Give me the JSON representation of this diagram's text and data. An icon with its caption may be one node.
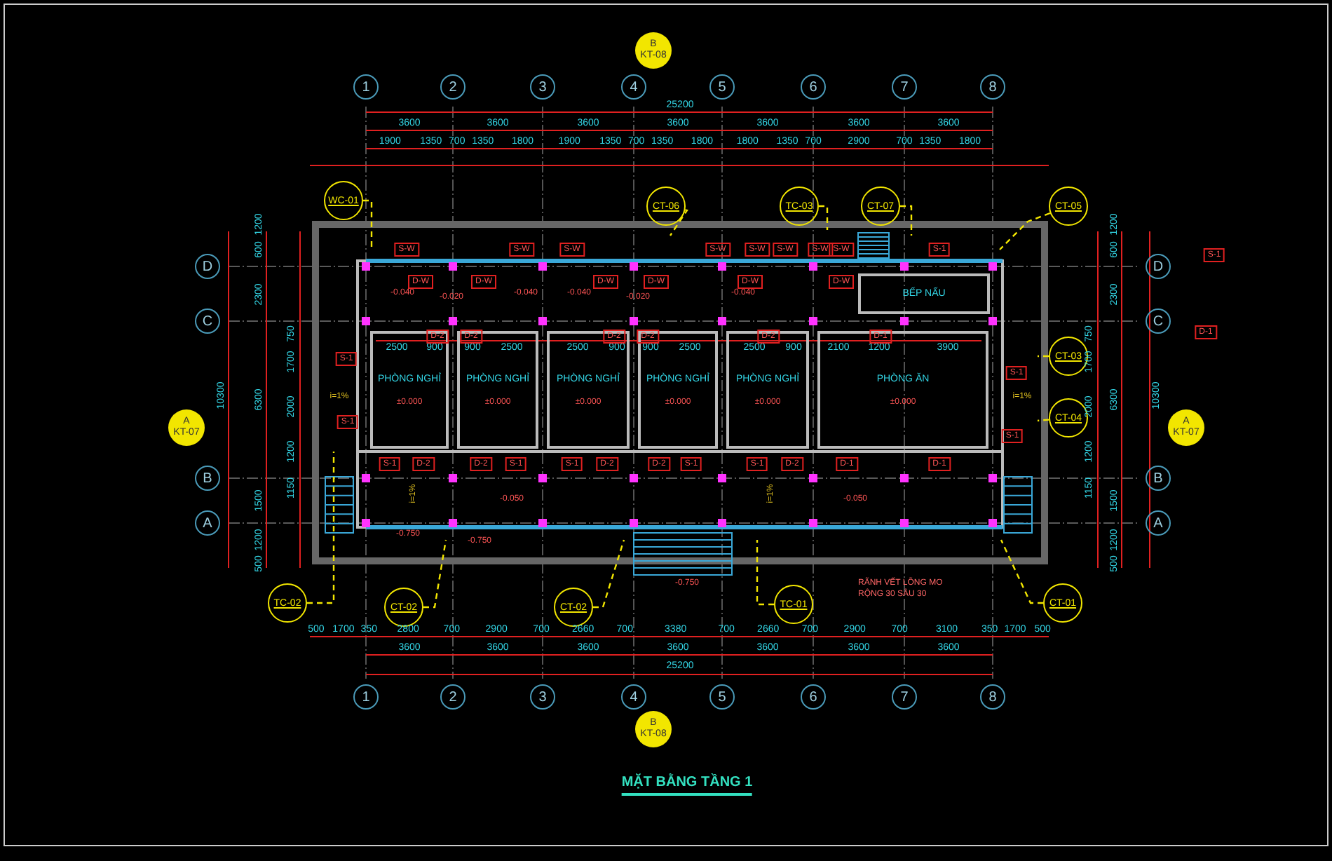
{
  "diagram": {
    "title": "MẶT BẰNG TẦNG 1",
    "nodes": [
      {
        "text": [
          "1"
        ]
      },
      {
        "text": [
          "2"
        ]
      },
      {
        "text": [
          "3"
        ]
      },
      {
        "text": [
          "4"
        ]
      },
      {
        "text": [
          "5"
        ]
      },
      {
        "text": [
          "6"
        ]
      },
      {
        "text": [
          "7"
        ]
      },
      {
        "text": [
          "8"
        ]
      },
      {
        "text": [
          "1"
        ]
      },
      {
        "text": [
          "2"
        ]
      },
      {
        "text": [
          "3"
        ]
      },
      {
        "text": [
          "4"
        ]
      },
      {
        "text": [
          "5"
        ]
      },
      {
        "text": [
          "6"
        ]
      },
      {
        "text": [
          "7"
        ]
      },
      {
        "text": [
          "8"
        ]
      },
      {
        "text": [
          "D"
        ]
      },
      {
        "text": [
          "C"
        ]
      },
      {
        "text": [
          "B"
        ]
      },
      {
        "text": [
          "A"
        ]
      },
      {
        "text": [
          "D"
        ]
      },
      {
        "text": [
          "C"
        ]
      },
      {
        "text": [
          "B"
        ]
      },
      {
        "text": [
          "A"
        ]
      },
      {
        "text": [
          "B",
          "KT-08"
        ]
      },
      {
        "text": [
          "B",
          "KT-08"
        ]
      },
      {
        "text": [
          "A",
          "KT-07"
        ]
      },
      {
        "text": [
          "A",
          "KT-07"
        ]
      },
      {
        "text": [
          "PHÒNG NGHỈ",
          "±0.000"
        ]
      },
      {
        "text": [
          "PHÒNG NGHỈ",
          "±0.000"
        ]
      },
      {
        "text": [
          "PHÒNG NGHỈ",
          "±0.000"
        ]
      },
      {
        "text": [
          "PHÒNG NGHỈ",
          "±0.000"
        ]
      },
      {
        "text": [
          "PHÒNG NGHỈ",
          "±0.000"
        ]
      },
      {
        "text": [
          "PHÒNG ĂN",
          "±0.000"
        ]
      },
      {
        "text": [
          "BẾP NẤU"
        ]
      },
      {
        "text": [
          "WC-01"
        ]
      },
      {
        "text": [
          "CT-06"
        ]
      },
      {
        "text": [
          "TC-03"
        ]
      },
      {
        "text": [
          "CT-07"
        ]
      },
      {
        "text": [
          "CT-05"
        ]
      },
      {
        "text": [
          "CT-03"
        ]
      },
      {
        "text": [
          "CT-04"
        ]
      },
      {
        "text": [
          "TC-02"
        ]
      },
      {
        "text": [
          "CT-02"
        ]
      },
      {
        "text": [
          "CT-02"
        ]
      },
      {
        "text": [
          "TC-01"
        ]
      },
      {
        "text": [
          "CT-01"
        ]
      }
    ],
    "edges": [
      {
        "from": 35,
        "to": null,
        "arrow": "none",
        "style": "dashed"
      },
      {
        "from": 36,
        "to": null,
        "arrow": "none",
        "style": "dashed"
      },
      {
        "from": 37,
        "to": null,
        "arrow": "none",
        "style": "dashed"
      },
      {
        "from": 38,
        "to": null,
        "arrow": "none",
        "style": "dashed"
      },
      {
        "from": 39,
        "to": null,
        "arrow": "none",
        "style": "dashed"
      },
      {
        "from": 40,
        "to": null,
        "arrow": "none",
        "style": "dashed"
      },
      {
        "from": 41,
        "to": null,
        "arrow": "none",
        "style": "dashed"
      },
      {
        "from": 42,
        "to": null,
        "arrow": "none",
        "style": "dashed"
      },
      {
        "from": 43,
        "to": null,
        "arrow": "none",
        "style": "dashed"
      },
      {
        "from": 44,
        "to": null,
        "arrow": "none",
        "style": "dashed"
      },
      {
        "from": 45,
        "to": null,
        "arrow": "none",
        "style": "dashed"
      },
      {
        "from": 46,
        "to": null,
        "arrow": "none",
        "style": "dashed"
      }
    ],
    "labels": [
      "25200",
      "3600",
      "3600",
      "3600",
      "3600",
      "3600",
      "3600",
      "3600",
      "1900",
      "1350",
      "700",
      "1350",
      "1800",
      "1900",
      "1350",
      "700",
      "1350",
      "1800",
      "1800",
      "1350",
      "700",
      "2900",
      "700",
      "1350",
      "1800",
      "500",
      "1700",
      "350",
      "2800",
      "700",
      "2900",
      "700",
      "2660",
      "700",
      "3380",
      "700",
      "2660",
      "700",
      "2900",
      "700",
      "3100",
      "350",
      "1700",
      "500",
      "3600",
      "3600",
      "3600",
      "3600",
      "3600",
      "3600",
      "3600",
      "25200",
      "1200",
      "600",
      "2300",
      "10300",
      "6300",
      "750",
      "1700",
      "2000",
      "1200",
      "1150",
      "1500",
      "1200",
      "500",
      "750",
      "1700",
      "2000",
      "1200",
      "1150",
      "1200",
      "600",
      "2300",
      "6300",
      "1500",
      "1200",
      "500",
      "10300",
      "2500",
      "900",
      "900",
      "2500",
      "2500",
      "900",
      "900",
      "2500",
      "2500",
      "900",
      "2100",
      "1200",
      "3900",
      "S-W",
      "S-W",
      "S-W",
      "S-W",
      "S-W",
      "S-W",
      "S-W",
      "S-W",
      "S-1",
      "D-W",
      "D-W",
      "D-W",
      "D-W",
      "D-W",
      "D-W",
      "D-2",
      "D-2",
      "D-2",
      "D-2",
      "D-2",
      "D-1",
      "S-1",
      "D-2",
      "D-2",
      "S-1",
      "S-1",
      "D-2",
      "D-2",
      "S-1",
      "S-1",
      "D-2",
      "D-1",
      "D-1",
      "S-1",
      "S-1",
      "S-1",
      "S-1",
      "S-1",
      "D-1",
      "-0.040",
      "-0.020",
      "-0.040",
      "-0.040",
      "-0.020",
      "-0.040",
      "-0.050",
      "-0.050",
      "-0.750",
      "-0.750",
      "-0.750",
      "i=1%",
      "i=1%",
      "i=1%",
      "i=1%",
      "RÃNH VẾT LÕNG MO RỘNG 30 SÂU 30"
    ]
  }
}
